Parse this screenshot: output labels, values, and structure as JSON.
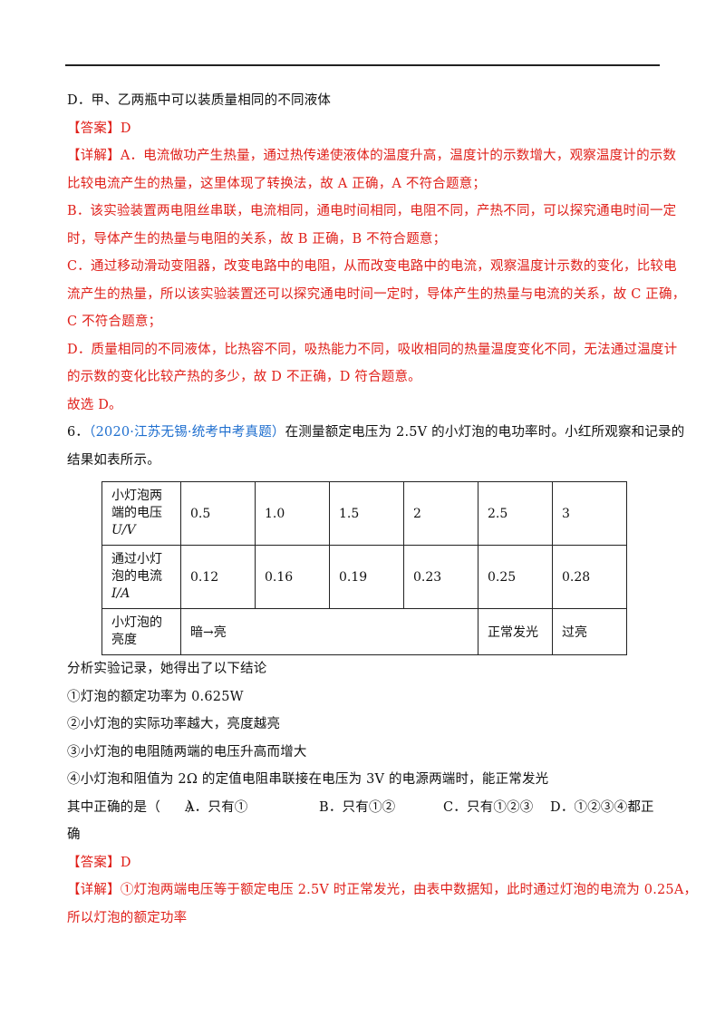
{
  "prev": {
    "option_d": "D．甲、乙两瓶中可以装质量相同的不同液体",
    "answer_tag": "【答案】",
    "answer": "D",
    "detail_tag": "【详解】",
    "detail_lines": [
      "A．电流做功产生热量，通过热传递使液体的温度升高，温度计的示数增大，观察温度计的示数",
      "比较电流产生的热量，这里体现了转换法，故 A 正确，A 不符合题意；",
      "B．该实验装置两电阻丝串联，电流相同，通电时间相同，电阻不同，产热不同，可以探究通电时间一定",
      "时，导体产生的热量与电阻的关系，故 B 正确，B 不符合题意；",
      "C．通过移动滑动变阻器，改变电路中的电阻，从而改变电路中的电流，观察温度计示数的变化，比较电",
      "流产生的热量，所以该实验装置还可以探究通电时间一定时，导体产生的热量与电流的关系，故 C 正确，",
      "C 不符合题意；",
      "D．质量相同的不同液体，比热容不同，吸热能力不同，吸收相同的热量温度变化不同，无法通过温度计",
      "的示数的变化比较产热的多少，故 D 不正确，D 符合题意。",
      "故选 D。"
    ]
  },
  "q6": {
    "number": "6．",
    "source": "（2020·江苏无锡·统考中考真题）",
    "stem_1": "在测量额定电压为 2.5V 的小灯泡的电功率时。小红所观察和记录的",
    "stem_2": "结果如表所示。",
    "table": {
      "row1_head": [
        "小灯泡两",
        "端的电压",
        "U/V"
      ],
      "row1_values": [
        "0.5",
        "1.0",
        "1.5",
        "2",
        "2.5",
        "3"
      ],
      "row2_head": [
        "通过小灯",
        "泡的电流",
        "I/A"
      ],
      "row2_values": [
        "0.12",
        "0.16",
        "0.19",
        "0.23",
        "0.25",
        "0.28"
      ],
      "row3_head": [
        "小灯泡的",
        "亮度"
      ],
      "row3_dim_to_bright": "暗→亮",
      "row3_normal": "正常发光",
      "row3_too_bright": "过亮"
    },
    "analysis": "分析实验记录，她得出了以下结论",
    "conclusions": [
      "①灯泡的额定功率为 0.625W",
      "②小灯泡的实际功率越大，亮度越亮",
      "③小灯泡的电阻随两端的电压升高而增大",
      "④小灯泡和阻值为 2Ω 的定值电阻串联接在电压为 3V 的电源两端时，能正常发光"
    ],
    "question": "其中正确的是（　　）",
    "options": [
      "A．只有①",
      "B．只有①②",
      "C．只有①②③",
      "D．①②③④都正"
    ],
    "option_wrap": "确",
    "answer_tag": "【答案】",
    "answer": "D",
    "detail_tag": "【详解】",
    "detail_1": "①灯泡两端电压等于额定电压 2.5V 时正常发光，由表中数据知，此时通过灯泡的电流为 0.25A，",
    "detail_2": "所以灯泡的额定功率"
  }
}
